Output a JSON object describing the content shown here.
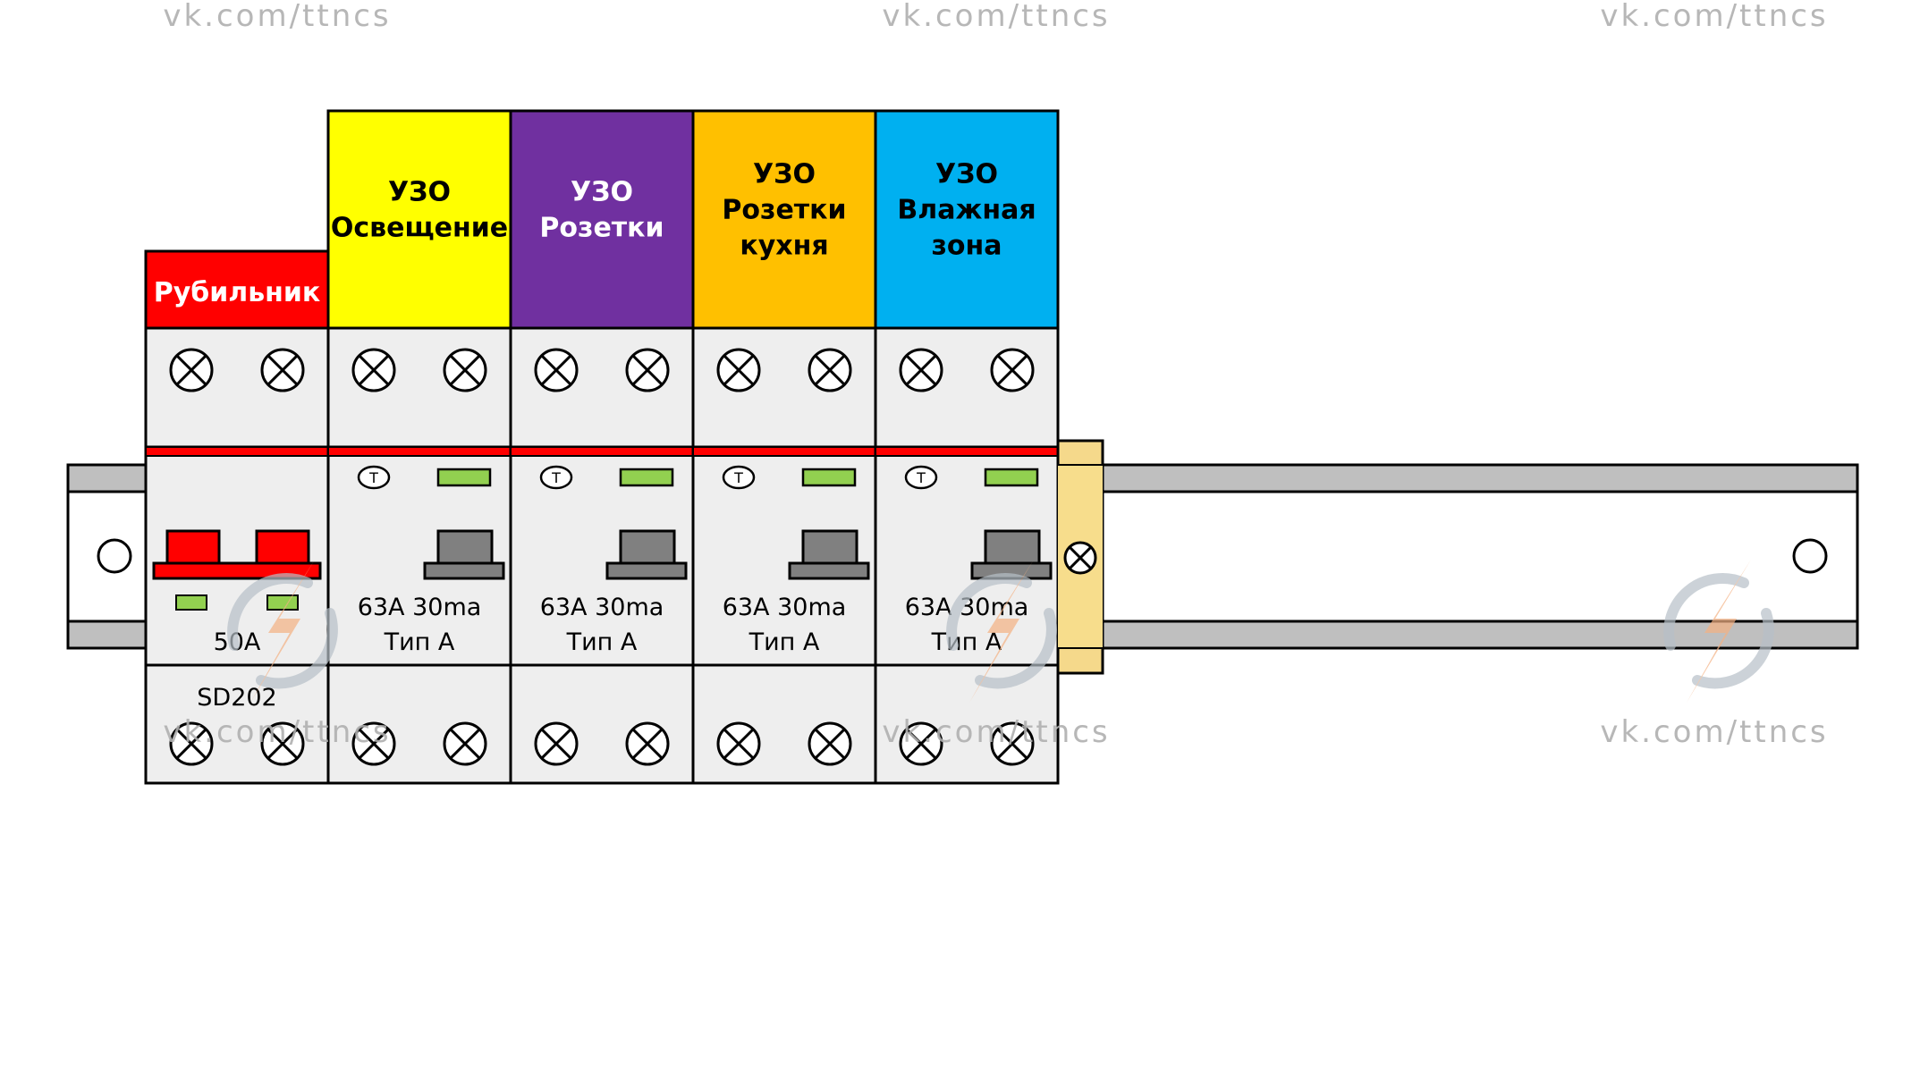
{
  "watermark": {
    "text": "vk.com/ttncs",
    "color": "#b0b0b0"
  },
  "colors": {
    "module_body": "#eeeeee",
    "outline": "#000000",
    "red_bar": "#ff0000",
    "green_indicator": "#92d050",
    "handle_grey": "#808080",
    "rail_grey": "#bfbfbf",
    "end_stop": "#f5d98b",
    "logo_grey": "#b7c0c8",
    "logo_bolt": "#f4b183"
  },
  "modules": [
    {
      "id": "main-switch",
      "type": "switch",
      "header_lines": [
        "Рубильник"
      ],
      "header_color": "#ff0000",
      "header_text_color": "#ffffff",
      "rating_lines": [
        "50A"
      ],
      "model": "SD202"
    },
    {
      "id": "rcd-lighting",
      "type": "rcd",
      "header_lines": [
        "УЗО",
        "Освещение"
      ],
      "header_color": "#ffff00",
      "header_text_color": "#000000",
      "test_label": "T",
      "rating_lines": [
        "63А 30ma",
        "Тип А"
      ]
    },
    {
      "id": "rcd-sockets",
      "type": "rcd",
      "header_lines": [
        "УЗО",
        "Розетки"
      ],
      "header_color": "#7030a0",
      "header_text_color": "#ffffff",
      "test_label": "T",
      "rating_lines": [
        "63А 30ma",
        "Тип А"
      ]
    },
    {
      "id": "rcd-kitchen",
      "type": "rcd",
      "header_lines": [
        "УЗО",
        "Розетки",
        "кухня"
      ],
      "header_color": "#ffc000",
      "header_text_color": "#000000",
      "test_label": "T",
      "rating_lines": [
        "63А 30ma",
        "Тип А"
      ]
    },
    {
      "id": "rcd-wet-zone",
      "type": "rcd",
      "header_lines": [
        "УЗО",
        "Влажная",
        "зона"
      ],
      "header_color": "#00b0f0",
      "header_text_color": "#000000",
      "test_label": "T",
      "rating_lines": [
        "63А 30ma",
        "Тип А"
      ]
    }
  ]
}
